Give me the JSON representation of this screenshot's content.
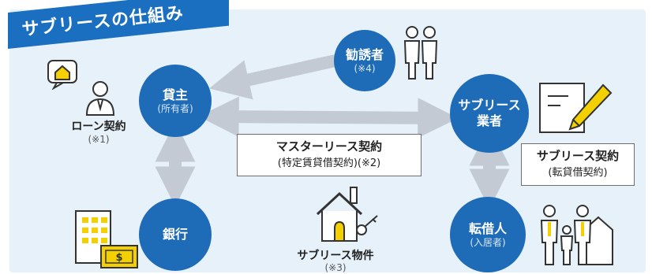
{
  "title": "サブリースの仕組み",
  "nodes": {
    "owner": {
      "label": "貸主",
      "sub": "(所有者)"
    },
    "solicitor": {
      "label": "勧誘者",
      "sub": "(※4)"
    },
    "sublease_company": {
      "label": "サブリース",
      "label2": "業者"
    },
    "bank": {
      "label": "銀行"
    },
    "tenant": {
      "label": "転借人",
      "sub": "(入居者)"
    }
  },
  "contracts": {
    "master": {
      "label": "マスターリース契約",
      "sub": "(特定賃貸借契約)(※2)"
    },
    "sublease": {
      "label": "サブリース契約",
      "sub": "(転貸借契約)"
    },
    "loan": {
      "label": "ローン契約",
      "sub": "(※1)"
    },
    "property": {
      "label": "サブリース物件",
      "sub": "(※3)"
    }
  },
  "colors": {
    "circle": "#1e6bb8",
    "banner": "#1a6fc0",
    "background": "#e6f1fa",
    "arrow": "#c3cad3",
    "accent_yellow": "#f5d000"
  },
  "icons": [
    "house-bubble-icon",
    "person-icon",
    "people-icon",
    "document-pencil-icon",
    "building-icon",
    "money-icon",
    "house-key-icon",
    "family-house-icon"
  ]
}
